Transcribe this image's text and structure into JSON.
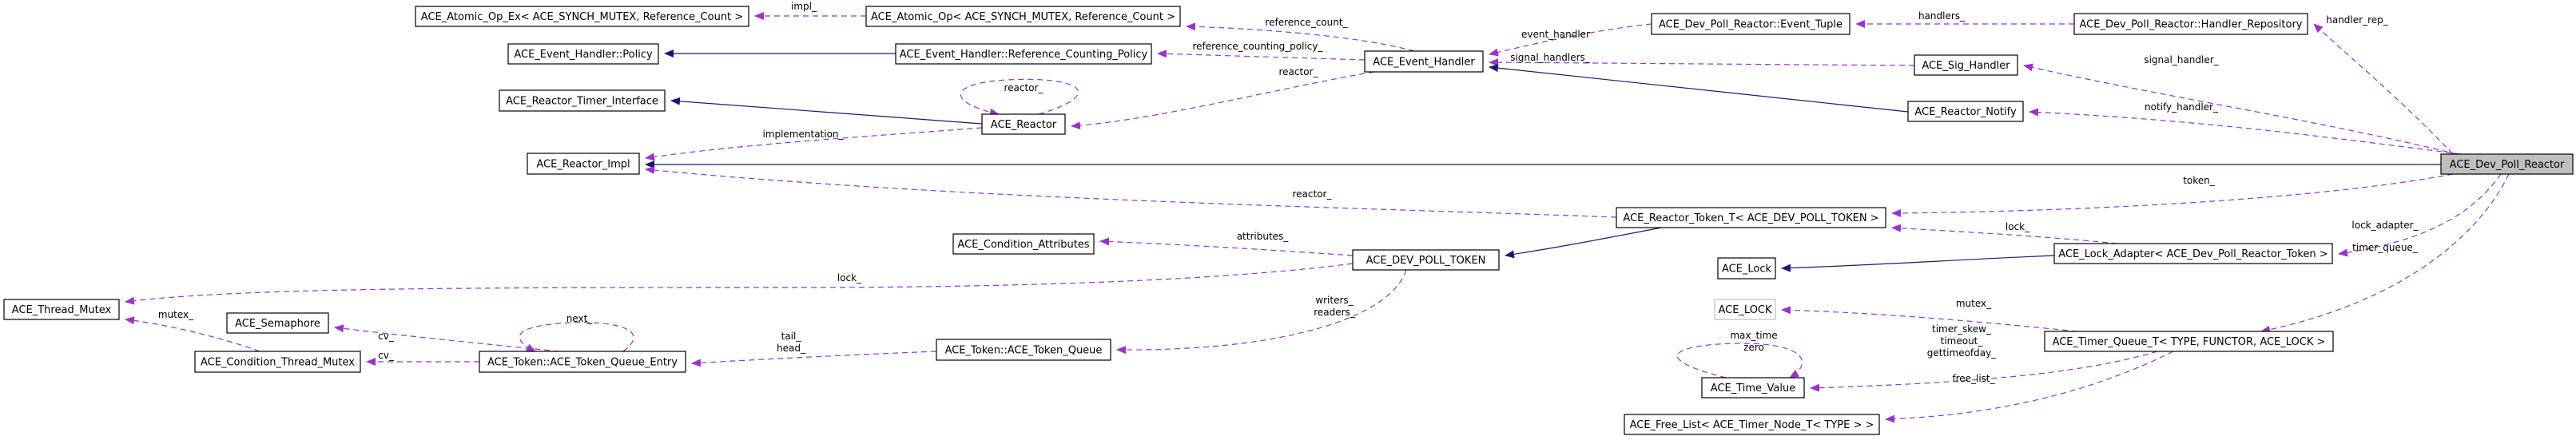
{
  "diagram": {
    "title": "Collaboration diagram for ACE_Dev_Poll_Reactor",
    "legend_colors": {
      "usage_edge": "#9a32cd",
      "inheritance_edge": "#191970",
      "focus_node_fill": "#bfbfbf"
    },
    "nodes": [
      {
        "id": "atomic_op_ex",
        "label": "ACE_Atomic_Op_Ex< ACE_SYNCH_MUTEX, Reference_Count >"
      },
      {
        "id": "atomic_op",
        "label": "ACE_Atomic_Op< ACE_SYNCH_MUTEX, Reference_Count >"
      },
      {
        "id": "eh_policy",
        "label": "ACE_Event_Handler::Policy"
      },
      {
        "id": "ref_counting_policy",
        "label": "ACE_Event_Handler::Reference_Counting_Policy"
      },
      {
        "id": "event_handler",
        "label": "ACE_Event_Handler"
      },
      {
        "id": "event_tuple",
        "label": "ACE_Dev_Poll_Reactor::Event_Tuple"
      },
      {
        "id": "handler_repository",
        "label": "ACE_Dev_Poll_Reactor::Handler_Repository"
      },
      {
        "id": "sig_handler",
        "label": "ACE_Sig_Handler"
      },
      {
        "id": "reactor_notify",
        "label": "ACE_Reactor_Notify"
      },
      {
        "id": "reactor_timer_interface",
        "label": "ACE_Reactor_Timer_Interface"
      },
      {
        "id": "reactor",
        "label": "ACE_Reactor"
      },
      {
        "id": "reactor_impl",
        "label": "ACE_Reactor_Impl"
      },
      {
        "id": "dev_poll_reactor",
        "label": "ACE_Dev_Poll_Reactor"
      },
      {
        "id": "reactor_token_t",
        "label": "ACE_Reactor_Token_T< ACE_DEV_POLL_TOKEN >"
      },
      {
        "id": "condition_attributes",
        "label": "ACE_Condition_Attributes"
      },
      {
        "id": "dev_poll_token",
        "label": "ACE_DEV_POLL_TOKEN"
      },
      {
        "id": "ace_lock",
        "label": "ACE_Lock"
      },
      {
        "id": "lock_adapter",
        "label": "ACE_Lock_Adapter< ACE_Dev_Poll_Reactor_Token >"
      },
      {
        "id": "ace_lock_tpl",
        "label": "ACE_LOCK"
      },
      {
        "id": "timer_queue_t",
        "label": "ACE_Timer_Queue_T< TYPE, FUNCTOR, ACE_LOCK >"
      },
      {
        "id": "time_value",
        "label": "ACE_Time_Value"
      },
      {
        "id": "free_list",
        "label": "ACE_Free_List< ACE_Timer_Node_T< TYPE > >"
      },
      {
        "id": "thread_mutex",
        "label": "ACE_Thread_Mutex"
      },
      {
        "id": "semaphore",
        "label": "ACE_Semaphore"
      },
      {
        "id": "condition_thread_mutex",
        "label": "ACE_Condition_Thread_Mutex"
      },
      {
        "id": "token_queue_entry",
        "label": "ACE_Token::ACE_Token_Queue_Entry"
      },
      {
        "id": "token_queue",
        "label": "ACE_Token::ACE_Token_Queue"
      }
    ],
    "edges": [
      {
        "from": "atomic_op",
        "to": "atomic_op_ex",
        "kind": "use",
        "label": "impl_"
      },
      {
        "from": "event_handler",
        "to": "atomic_op",
        "kind": "use",
        "label": "reference_count_"
      },
      {
        "from": "ref_counting_policy",
        "to": "eh_policy",
        "kind": "inherit",
        "label": ""
      },
      {
        "from": "event_handler",
        "to": "ref_counting_policy",
        "kind": "use",
        "label": "reference_counting_policy_"
      },
      {
        "from": "event_handler",
        "to": "reactor",
        "kind": "use",
        "label": "reactor_"
      },
      {
        "from": "event_tuple",
        "to": "event_handler",
        "kind": "use",
        "label": "event_handler"
      },
      {
        "from": "handler_repository",
        "to": "event_tuple",
        "kind": "use",
        "label": "handlers_"
      },
      {
        "from": "sig_handler",
        "to": "event_handler",
        "kind": "use",
        "label": "signal_handlers_"
      },
      {
        "from": "reactor_notify",
        "to": "event_handler",
        "kind": "inherit",
        "label": ""
      },
      {
        "from": "reactor",
        "to": "reactor_timer_interface",
        "kind": "inherit",
        "label": ""
      },
      {
        "from": "reactor",
        "to": "reactor",
        "kind": "use",
        "label": "reactor_"
      },
      {
        "from": "reactor",
        "to": "reactor_impl",
        "kind": "use",
        "label": "implementation_"
      },
      {
        "from": "dev_poll_reactor",
        "to": "reactor_impl",
        "kind": "inherit",
        "label": ""
      },
      {
        "from": "dev_poll_reactor",
        "to": "handler_repository",
        "kind": "use",
        "label": "handler_rep_"
      },
      {
        "from": "dev_poll_reactor",
        "to": "sig_handler",
        "kind": "use",
        "label": "signal_handler_"
      },
      {
        "from": "dev_poll_reactor",
        "to": "reactor_notify",
        "kind": "use",
        "label": "notify_handler_"
      },
      {
        "from": "dev_poll_reactor",
        "to": "reactor_token_t",
        "kind": "use",
        "label": "token_"
      },
      {
        "from": "reactor_token_t",
        "to": "reactor_impl",
        "kind": "use",
        "label": "reactor_"
      },
      {
        "from": "reactor_token_t",
        "to": "dev_poll_token",
        "kind": "inherit",
        "label": ""
      },
      {
        "from": "dev_poll_token",
        "to": "condition_attributes",
        "kind": "use",
        "label": "attributes_"
      },
      {
        "from": "dev_poll_token",
        "to": "thread_mutex",
        "kind": "use",
        "label": "lock_"
      },
      {
        "from": "dev_poll_token",
        "to": "token_queue",
        "kind": "use",
        "label": "writers_\nreaders_"
      },
      {
        "from": "lock_adapter",
        "to": "reactor_token_t",
        "kind": "use",
        "label": "lock_"
      },
      {
        "from": "lock_adapter",
        "to": "ace_lock",
        "kind": "inherit",
        "label": ""
      },
      {
        "from": "dev_poll_reactor",
        "to": "lock_adapter",
        "kind": "use",
        "label": "lock_adapter_"
      },
      {
        "from": "dev_poll_reactor",
        "to": "timer_queue_t",
        "kind": "use",
        "label": "timer_queue_"
      },
      {
        "from": "timer_queue_t",
        "to": "ace_lock_tpl",
        "kind": "use",
        "label": "mutex_"
      },
      {
        "from": "timer_queue_t",
        "to": "time_value",
        "kind": "use",
        "label": "timer_skew_\ntimeout_\ngettimeofday_"
      },
      {
        "from": "time_value",
        "to": "time_value",
        "kind": "use",
        "label": "max_time\nzero"
      },
      {
        "from": "timer_queue_t",
        "to": "free_list",
        "kind": "use",
        "label": "free_list_"
      },
      {
        "from": "condition_thread_mutex",
        "to": "thread_mutex",
        "kind": "use",
        "label": "mutex_"
      },
      {
        "from": "token_queue_entry",
        "to": "semaphore",
        "kind": "use",
        "label": "cv_"
      },
      {
        "from": "token_queue_entry",
        "to": "condition_thread_mutex",
        "kind": "use",
        "label": "cv_"
      },
      {
        "from": "token_queue_entry",
        "to": "token_queue_entry",
        "kind": "use",
        "label": "next_"
      },
      {
        "from": "token_queue",
        "to": "token_queue_entry",
        "kind": "use",
        "label": "tail_\nhead_"
      }
    ]
  }
}
